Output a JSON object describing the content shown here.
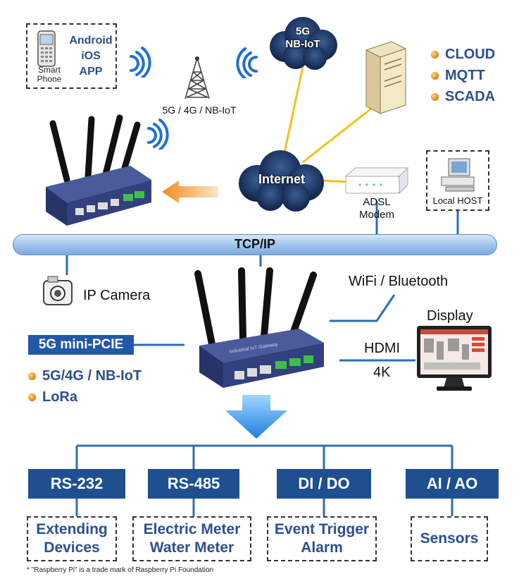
{
  "smartphone": {
    "apps": [
      "Android",
      "iOS",
      "APP"
    ],
    "label": "Smart\nPhone"
  },
  "tower_label": "5G / 4G / NB-IoT",
  "cloud_5g": {
    "line1": "5G",
    "line2": "NB-IoT"
  },
  "cloud_internet": "Internet",
  "services": [
    "CLOUD",
    "MQTT",
    "SCADA"
  ],
  "adsl_label": "ADSL\nModem",
  "local_host_label": "Local HOST",
  "bus_label": "TCP/IP",
  "ip_camera_label": "IP Camera",
  "wifi_bt_label": "WiFi / Bluetooth",
  "display_label": "Display",
  "hdmi_label": "HDMI",
  "res_label": "4K",
  "minipcie_label": "5G mini-PCIE",
  "minipcie_options": [
    "5G/4G / NB-IoT",
    "LoRa"
  ],
  "gateway_label": "Industrial IoT Gateway",
  "interfaces": [
    {
      "name": "RS-232",
      "device": "Extending\nDevices"
    },
    {
      "name": "RS-485",
      "device": "Electric Meter\nWater Meter"
    },
    {
      "name": "DI / DO",
      "device": "Event Trigger\nAlarm"
    },
    {
      "name": "AI / AO",
      "device": "Sensors"
    }
  ],
  "footnote": "* \"Raspberry Pi\" is a trade mark of Raspberry Pi Foundation",
  "colors": {
    "navy": "#1f4f8e",
    "bus": "#a9c9ee",
    "link_yellow": "#f2c21b",
    "line_blue": "#2d6db5",
    "orange_arrow": "#f08a1c"
  }
}
